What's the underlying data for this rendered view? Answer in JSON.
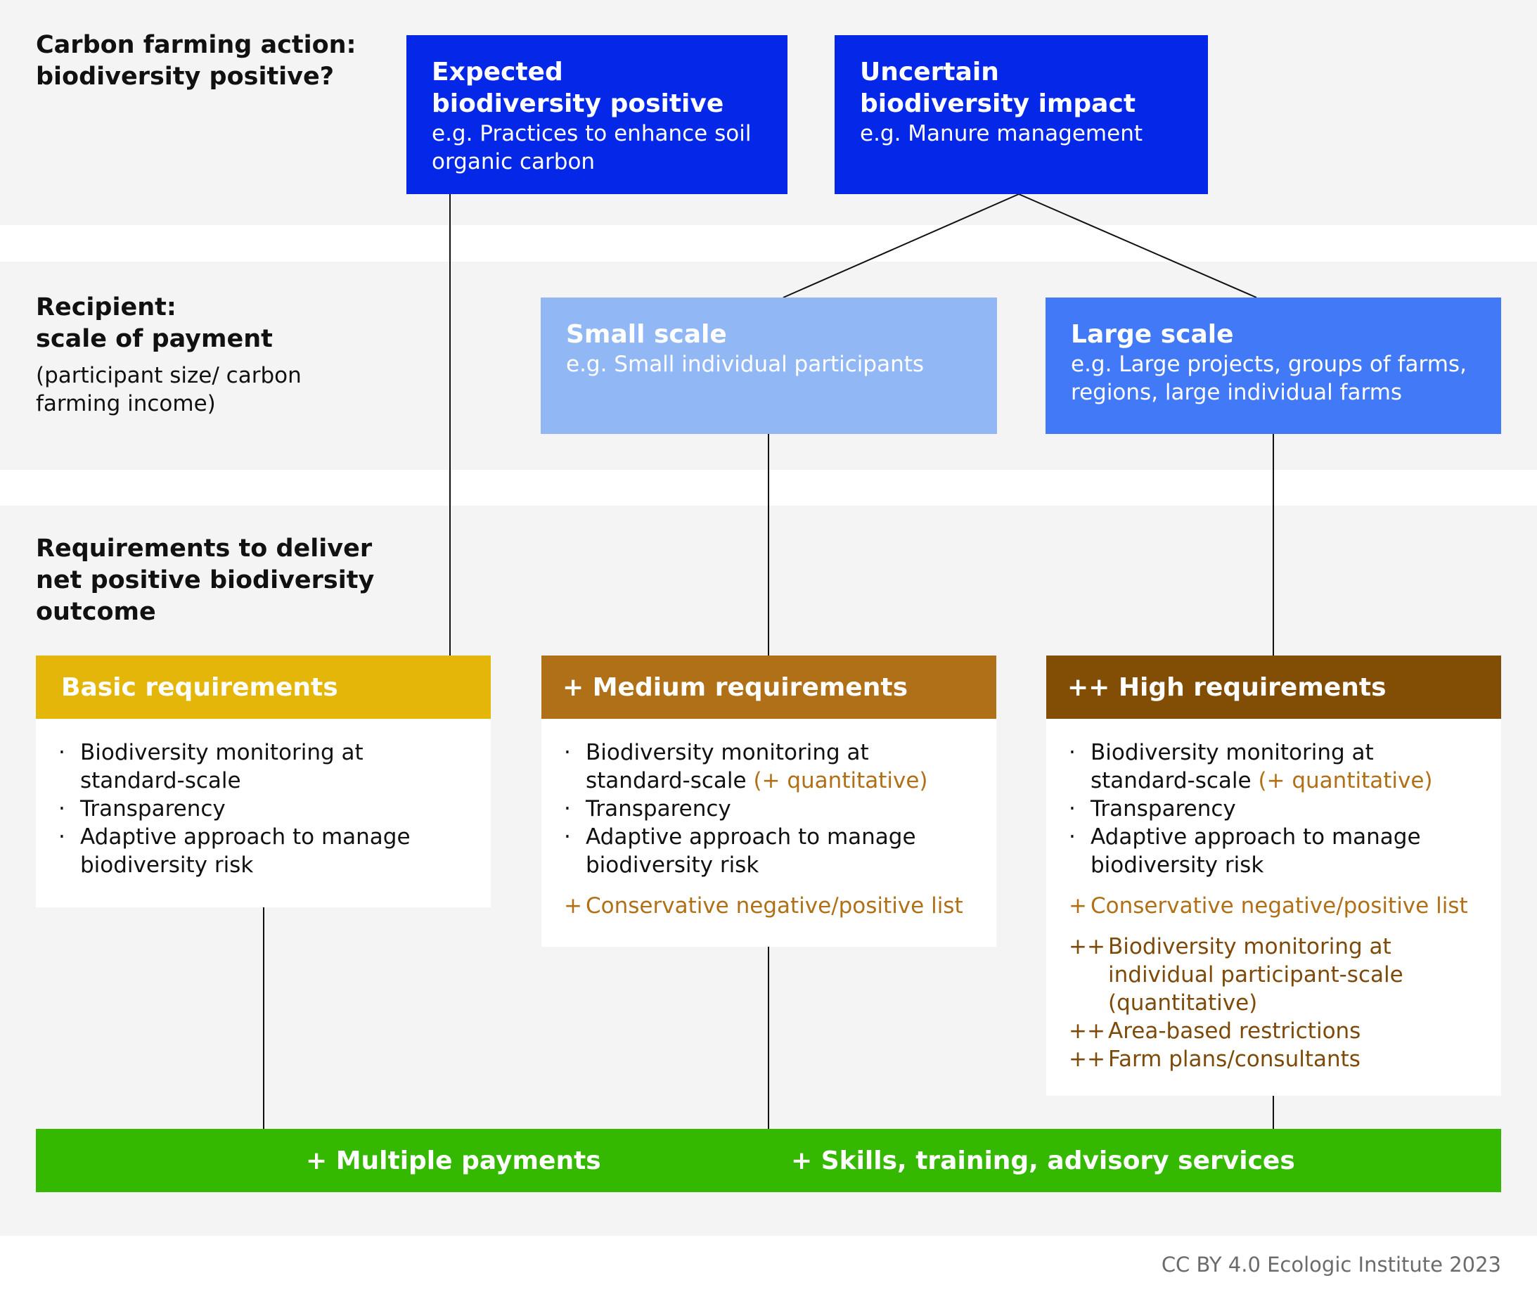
{
  "rows": {
    "action": {
      "line1": "Carbon farming action:",
      "line2": "biodiversity positive?"
    },
    "recipient": {
      "line1": "Recipient:",
      "line2": "scale of payment",
      "sub1": "(participant size/ carbon",
      "sub2": "farming income)"
    },
    "requirements": {
      "line1": "Requirements to deliver",
      "line2": "net positive biodiversity",
      "line3": "outcome"
    }
  },
  "action_boxes": {
    "positive": {
      "title1": "Expected",
      "title2": "biodiversity positive",
      "ex1": "e.g. Practices to enhance soil",
      "ex2": "organic carbon",
      "color": "#0527e8"
    },
    "uncertain": {
      "title1": "Uncertain",
      "title2": "biodiversity impact",
      "ex1": "e.g. Manure management",
      "color": "#0527e8"
    }
  },
  "scale_boxes": {
    "small": {
      "title": "Small scale",
      "ex1": "e.g. Small individual participants",
      "color": "#92b7f5"
    },
    "large": {
      "title": "Large scale",
      "ex1": "e.g. Large projects, groups of farms,",
      "ex2": "regions, large individual farms",
      "color": "#4179f7"
    }
  },
  "requirements": {
    "basic": {
      "title": "Basic requirements",
      "color": "#e5b60a",
      "items": [
        "Biodiversity monitoring at",
        "standard-scale",
        "Transparency",
        "Adaptive approach to manage",
        "biodiversity risk"
      ]
    },
    "medium": {
      "title": "+ Medium requirements",
      "color": "#b07017",
      "items": [
        "Biodiversity monitoring at",
        "standard-scale",
        "(+ quantitative)",
        "Transparency",
        "Adaptive approach to manage",
        "biodiversity risk"
      ],
      "plus": {
        "marker": "+",
        "text": "Conservative negative/positive list"
      }
    },
    "high": {
      "title": "++ High requirements",
      "color": "#824d05",
      "items": [
        "Biodiversity monitoring at",
        "standard-scale",
        "(+ quantitative)",
        "Transparency",
        "Adaptive approach to manage",
        "biodiversity risk"
      ],
      "plus": {
        "marker": "+",
        "text": "Conservative negative/positive list"
      },
      "plusplus": [
        {
          "marker": "++",
          "lines": [
            "Biodiversity monitoring at",
            "individual participant-scale",
            "(quantitative)"
          ]
        },
        {
          "marker": "++",
          "lines": [
            "Area-based restrictions"
          ]
        },
        {
          "marker": "++",
          "lines": [
            "Farm plans/consultants"
          ]
        }
      ]
    }
  },
  "bottom_bar": {
    "left": "+ Multiple payments",
    "right": "+ Skills, training, advisory services",
    "color": "#35b800"
  },
  "credit": "CC BY 4.0 Ecologic Institute 2023"
}
